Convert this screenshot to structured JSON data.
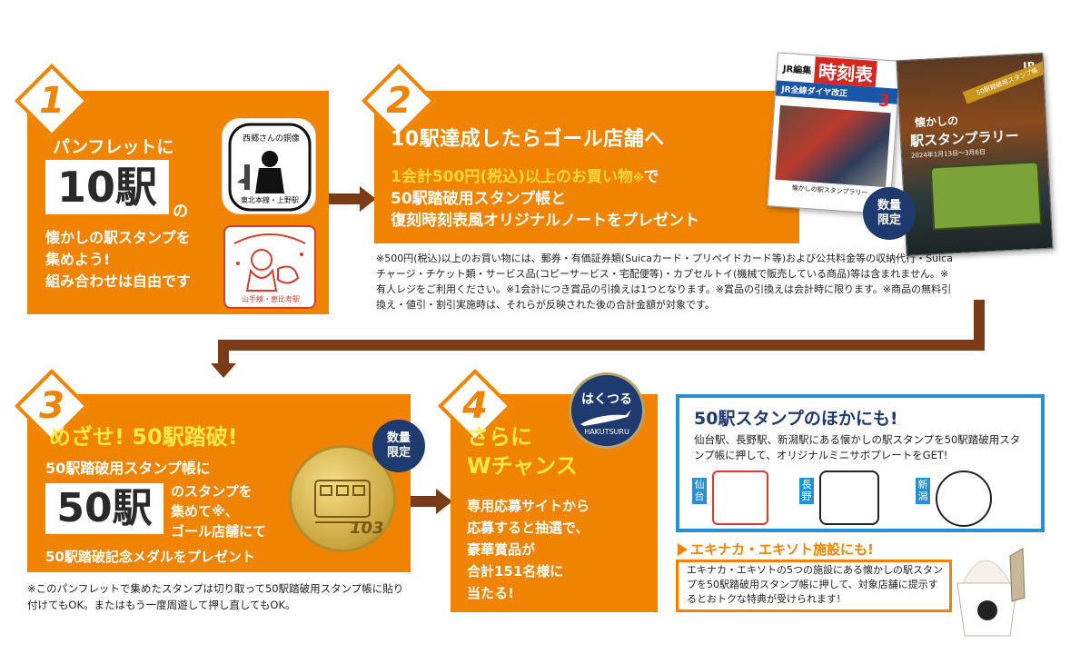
{
  "step1": {
    "number": "1",
    "line1": "パンフレットに",
    "big": "10駅",
    "suffix": "の",
    "line2": "懐かしの駅スタンプを",
    "line3": "集めよう!",
    "line4": "組み合わせは自由です"
  },
  "step2": {
    "number": "2",
    "title": "10駅達成したらゴール店舗へ",
    "line1": "1会計500円(税込)以上のお買い物",
    "line1_mark": "※",
    "line1_end": "で",
    "line2": "50駅踏破用スタンプ帳と",
    "line3": "復刻時刻表風オリジナルノートをプレゼント",
    "badge": "数量\n限定",
    "note": "※500円(税込)以上のお買い物には、郵券・有価証券類(Suicaカード・プリペイドカード等)および公共料金等の収納代行・Suicaチャージ・チケット類・サービス品(コピーサービス・宅配便等)・カプセルトイ(機械で販売している商品)等は含まれません。※有人レジをご利用ください。※1会計につき賞品の引換えは1つとなります。※賞品の引換えは会計時に限ります。※商品の無料引換え・値引・割引実施時は、それらが反映された後の合計金額が対象です。",
    "timetable_book": {
      "brand": "JR編集",
      "name": "時刻表",
      "issue": "3",
      "headline": "JR全線ダイヤ改正",
      "footer": "懐かしの駅スタンプラリー"
    },
    "stamp_book": {
      "brand": "JR",
      "ribbon": "50駅踏破用スタンプ帳",
      "title1": "懐かしの",
      "title2": "駅スタンプラリー",
      "date": "2024年1月13日〜3月6日"
    }
  },
  "step3": {
    "number": "3",
    "title": "めざせ! 50駅踏破!",
    "line1": "50駅踏破用スタンプ帳に",
    "big": "50駅",
    "side1": "のスタンプを",
    "side2": "集めて※、",
    "side3": "ゴール店舗にて",
    "line2": "50駅踏破記念メダルをプレゼント",
    "badge": "数量\n限定",
    "medal_text": "103",
    "note": "※このパンフレットで集めたスタンプは切り取って50駅踏破用スタンプ帳に貼り付けてもOK。またはもう一度周遊して押し直してもOK。"
  },
  "step4": {
    "number": "4",
    "title1": "さらに",
    "title2": "Wチャンス",
    "line1": "専用応募サイトから",
    "line2": "応募すると抽選で、",
    "line3": "豪華賞品が",
    "line4": "合計151名様に",
    "line5": "当たる!",
    "hakutsuru_jp": "はくつる",
    "hakutsuru_en": "HAKUTSURU"
  },
  "extra": {
    "title": "50駅スタンプのほかにも!",
    "desc": "仙台駅、長野駅、新潟駅にある懐かしの駅スタンプを50駅踏破用スタンプ帳に押して、オリジナルミニサボプレートをGET!",
    "stations": [
      "仙台",
      "長野",
      "新潟"
    ],
    "ekinaka_title": "エキナカ・エキソト施設にも!",
    "ekinaka_desc": "エキナカ・エキソトの5つの施設にある懐かしの駅スタンプを50駅踏破用スタンプ帳に押して、対象店舗に提示するとおトクな特典が受けられます!"
  },
  "stamps": {
    "ueno_caption": "東北本線・上野駅",
    "ebisu_caption": "山手線・恵比寿駅"
  },
  "colors": {
    "orange": "#f08300",
    "brown": "#7a3b17",
    "navy": "#1f3a6f",
    "blue_border": "#2a8fd0"
  }
}
